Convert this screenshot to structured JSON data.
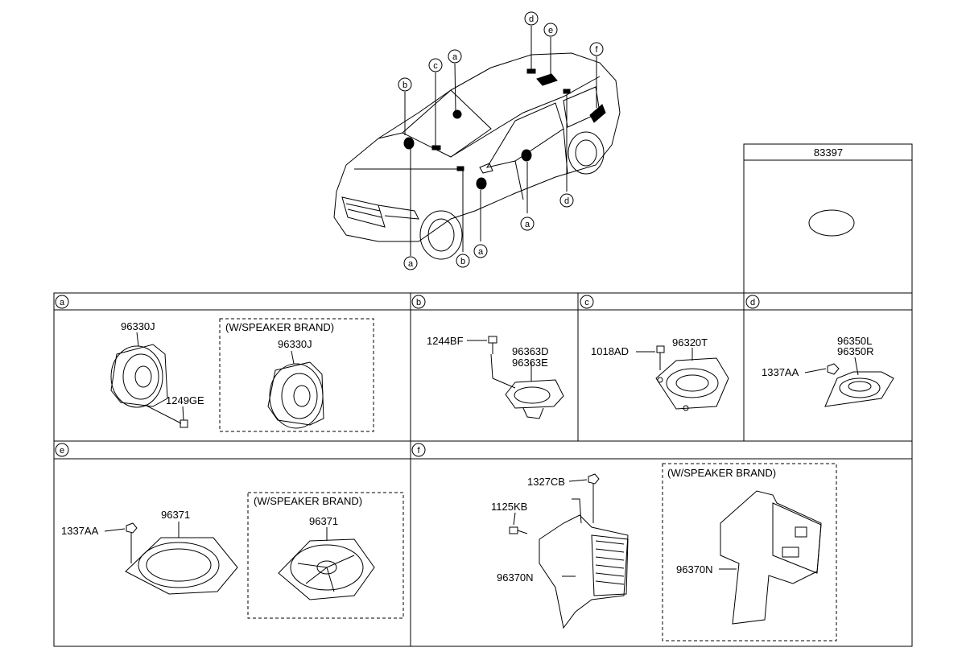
{
  "overview": {
    "callouts": [
      "d",
      "e",
      "f",
      "a",
      "c",
      "b",
      "a",
      "b",
      "a",
      "d",
      "a"
    ]
  },
  "kit": {
    "part_no": "83397"
  },
  "sections": {
    "a": {
      "letter": "a",
      "part_1": "96330J",
      "part_2": "1249GE",
      "brand_note": "(W/SPEAKER BRAND)",
      "brand_part": "96330J"
    },
    "b": {
      "letter": "b",
      "bolt": "1244BF",
      "part_l1": "96363D",
      "part_l2": "96363E"
    },
    "c": {
      "letter": "c",
      "bolt": "1018AD",
      "part": "96320T"
    },
    "d": {
      "letter": "d",
      "nut": "1337AA",
      "part_l1": "96350L",
      "part_l2": "96350R"
    },
    "e": {
      "letter": "e",
      "nut": "1337AA",
      "part": "96371",
      "brand_note": "(W/SPEAKER BRAND)",
      "brand_part": "96371"
    },
    "f": {
      "letter": "f",
      "nut": "1327CB",
      "bolt": "1125KB",
      "amp": "96370N",
      "brand_note": "(W/SPEAKER BRAND)",
      "brand_amp": "96370N"
    }
  }
}
